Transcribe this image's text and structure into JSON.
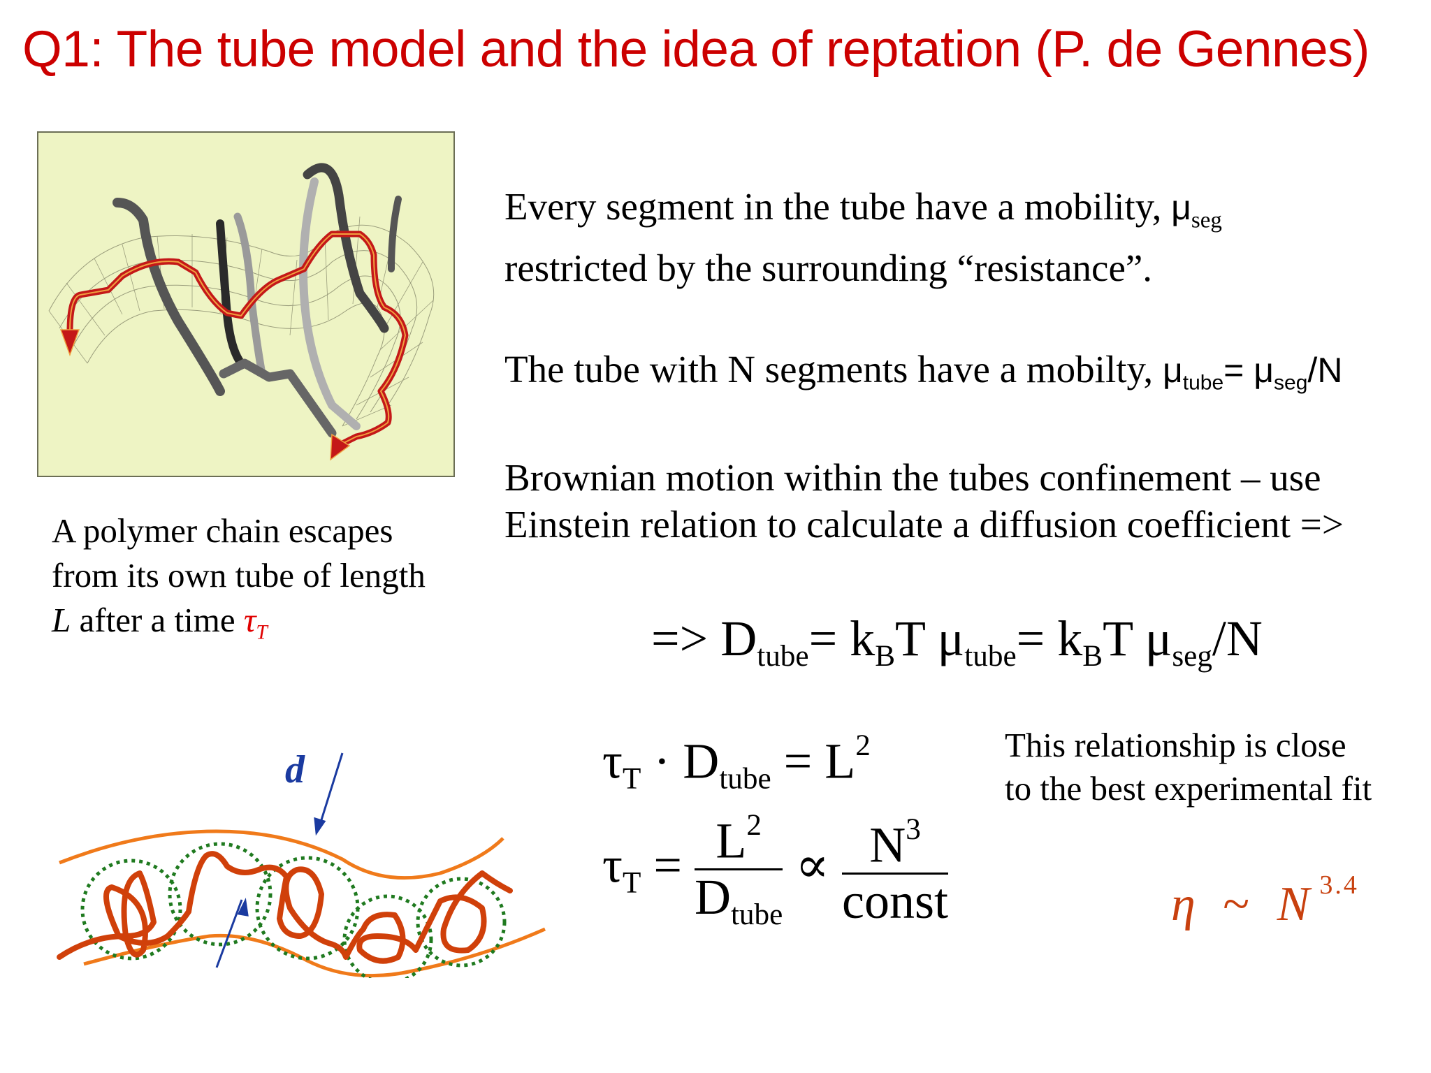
{
  "slide": {
    "title": "Q1: The tube model and the idea of reptation (P. de Gennes)",
    "title_color": "#cc0000"
  },
  "figure_top": {
    "description": "polymer-tube-illustration",
    "background_color": "#eef4c4"
  },
  "caption": {
    "line1": "A polymer chain escapes",
    "line2": "from its own tube of length",
    "line3_var": "L",
    "line3_text": " after a time ",
    "tau": "τ",
    "tau_sub": "T"
  },
  "paragraphs": {
    "p1_line1": "Every segment in the tube have a mobility, ",
    "p1_mu": "μ",
    "p1_mu_sub": "seg",
    "p1_line2": "restricted by the surrounding “resistance”.",
    "p2_text": "The tube with N segments have a mobilty, ",
    "p2_mu1": "μ",
    "p2_mu1_sub": "tube",
    "p2_eq": "= ",
    "p2_mu2": "μ",
    "p2_mu2_sub": "seg",
    "p2_tail": "/N",
    "p3_line1": "Brownian motion within the tubes confinement – use",
    "p3_line2": "Einstein relation to calculate a diffusion coefficient =>"
  },
  "equations": {
    "diffusion": {
      "prefix": "=> D",
      "d_sub": "tube",
      "eq1": "= k",
      "kb_sub": "B",
      "t1": "T μ",
      "mu_sub1": "tube",
      "eq2": "= k",
      "kb_sub2": "B",
      "t2": "T μ",
      "mu_sub2": "seg",
      "tail": "/N"
    },
    "relation1": {
      "tau": "τ",
      "tau_sub": "T",
      "dot": " · D",
      "d_sub": "tube",
      "rhs": " = L",
      "rhs_sup": "2"
    },
    "relation2": {
      "tau": "τ",
      "tau_sub": "T",
      "eq": " = ",
      "num": "L",
      "num_sup": "2",
      "den": "D",
      "den_sub": "tube",
      "prop": " ∝ ",
      "num2": "N",
      "num2_sup": "3",
      "den2": "const"
    }
  },
  "note": {
    "line1": "This relationship is close",
    "line2": "to the best experimental fit"
  },
  "scaling_law": {
    "lhs": "η",
    "op": "~",
    "base": "N",
    "exponent": "3.4",
    "color": "#c8400e"
  },
  "tube_diagram": {
    "label": "d",
    "label_color": "#1a3aa0",
    "tube_color": "#f07a1a",
    "chain_color": "#d0400a",
    "blob_color": "#1f7a1f"
  }
}
